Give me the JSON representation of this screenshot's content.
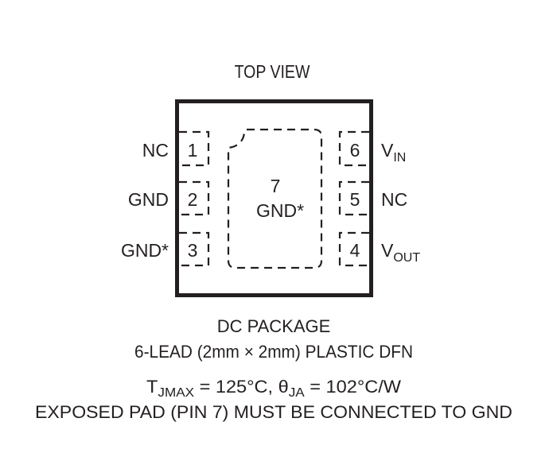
{
  "title": "TOP VIEW",
  "pins_left": [
    {
      "number": "1",
      "name": "NC"
    },
    {
      "number": "2",
      "name": "GND"
    },
    {
      "number": "3",
      "name": "GND*"
    }
  ],
  "pins_right": [
    {
      "number": "6",
      "name": "V",
      "sub": "IN"
    },
    {
      "number": "5",
      "name": "NC"
    },
    {
      "number": "4",
      "name": "V",
      "sub": "OUT"
    }
  ],
  "exposed_pad": {
    "number": "7",
    "name": "GND*"
  },
  "caption": {
    "line1": "DC PACKAGE",
    "line2": "6-LEAD (2mm × 2mm) PLASTIC DFN",
    "line3_a": "T",
    "line3_a_sub": "JMAX",
    "line3_b": " = 125°C, θ",
    "line3_b_sub": "JA",
    "line3_c": " = 102°C/W",
    "line4": "EXPOSED PAD (PIN 7) MUST BE CONNECTED TO GND"
  }
}
